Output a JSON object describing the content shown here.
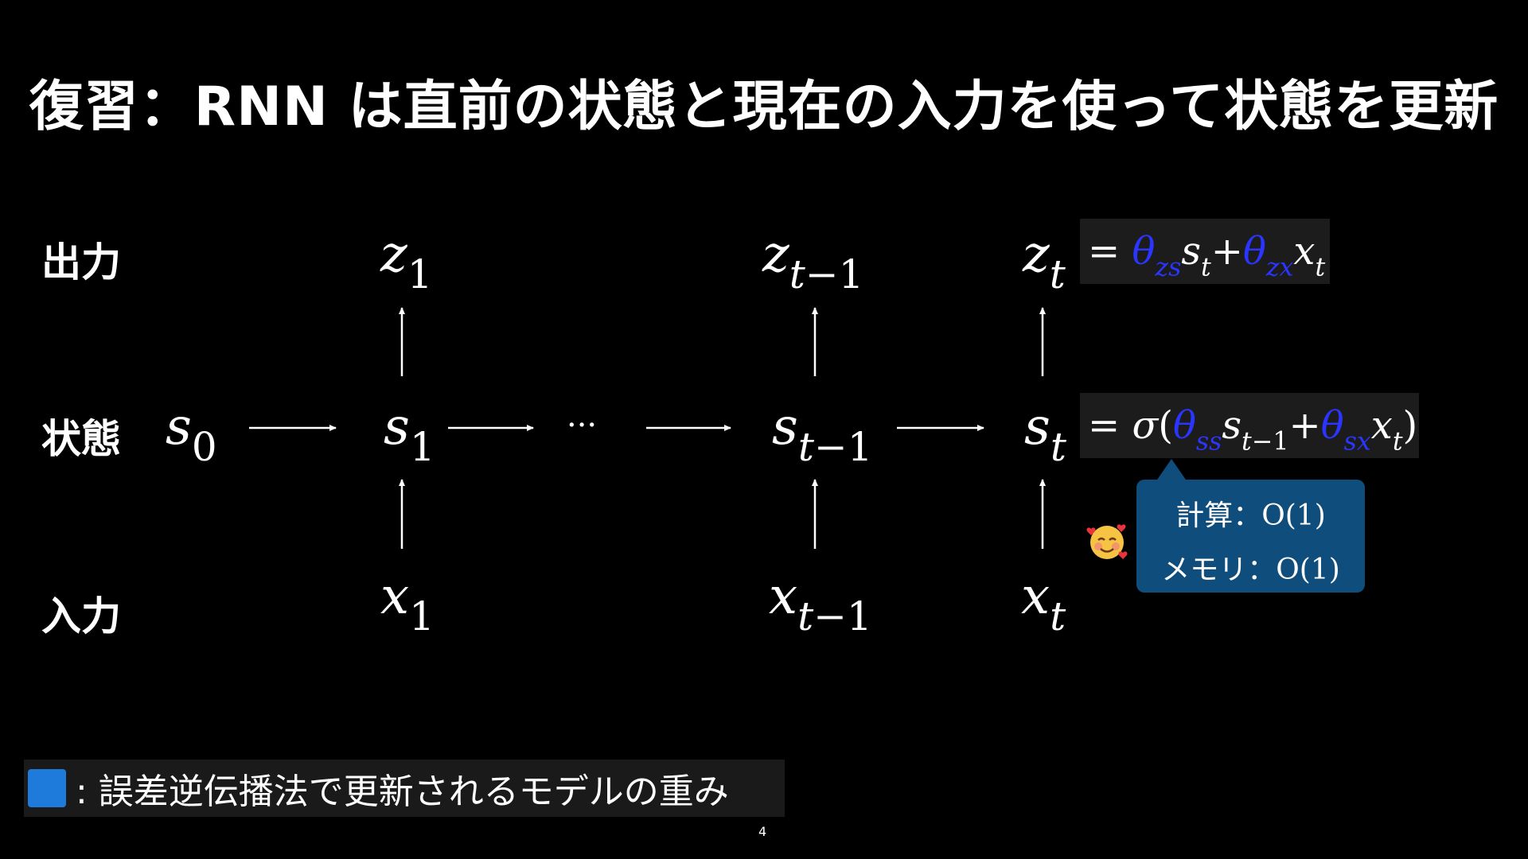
{
  "title": "復習：RNN は直前の状態と現在の入力を使って状態を更新",
  "rows": {
    "output": "出力",
    "state": "状態",
    "input": "入力"
  },
  "vars": {
    "s0": {
      "base": "s",
      "sub": "0"
    },
    "z1": {
      "base": "z",
      "sub": "1"
    },
    "s1": {
      "base": "s",
      "sub": "1"
    },
    "x1": {
      "base": "x",
      "sub": "1"
    },
    "zt1": {
      "base": "z",
      "sub_t": "t",
      "sub_rest": "−1"
    },
    "st1": {
      "base": "s",
      "sub_t": "t",
      "sub_rest": "−1"
    },
    "xt1": {
      "base": "x",
      "sub_t": "t",
      "sub_rest": "−1"
    },
    "zt": {
      "base": "z",
      "sub": "t"
    },
    "st": {
      "base": "s",
      "sub": "t"
    },
    "xt": {
      "base": "x",
      "sub": "t"
    }
  },
  "dots": "···",
  "equations": {
    "output": "= θzs st+θzx xt",
    "state": "= σ(θss st−1+θsx xt)"
  },
  "callout": {
    "compute_label": "計算：",
    "compute_value": "O(1)",
    "memory_label": "メモリ：",
    "memory_value": "O(1)"
  },
  "emoji_icon": "smiling-face-with-hearts-icon",
  "legend": {
    "text": ": 誤差逆伝播法で更新されるモデルの重み",
    "color": "#1e7bdc"
  },
  "page_number": "4",
  "colors": {
    "weight_blue": "#2a36ff",
    "callout_bg": "#0e4d7c",
    "background": "#000000"
  }
}
